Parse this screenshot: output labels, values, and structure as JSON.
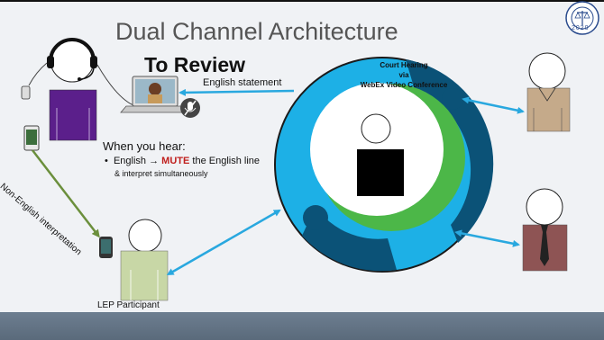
{
  "slide": {
    "title": "Dual Channel Architecture",
    "subtitle": "To Review",
    "english_statement_label": "English statement",
    "court_hearing_label": [
      "Court Hearing",
      "via",
      "WebEx Video Conference"
    ],
    "when_you_hear": "When you hear:",
    "bullet": {
      "prefix": "English",
      "arrow": "→",
      "action": "MUTE",
      "suffix": "the English line"
    },
    "bullet_continuation": "& interpret simultaneously",
    "non_english_label": "Non-English interpretation",
    "lep_participant_label": "LEP Participant",
    "seal_year": "2020"
  },
  "colors": {
    "background": "#f0f2f5",
    "footer": "#617286",
    "ring_light_blue": "#1db0e6",
    "ring_dark_blue": "#0b5277",
    "ring_green": "#4cb748",
    "interpreter_shirt": "#5b1f8b",
    "participant_shirt": "#c8d7a6",
    "right_top_suit": "#c5aa8a",
    "right_bottom_suit": "#8e5454",
    "arrow_blue": "#29a8df",
    "arrow_green": "#6b8f3c",
    "mute_red": "#c0201e"
  },
  "icons": [
    "headset-icon",
    "laptop-icon",
    "microphone-muted-icon",
    "phone-icon",
    "phone-small-icon",
    "seal-icon",
    "tie-icon"
  ]
}
